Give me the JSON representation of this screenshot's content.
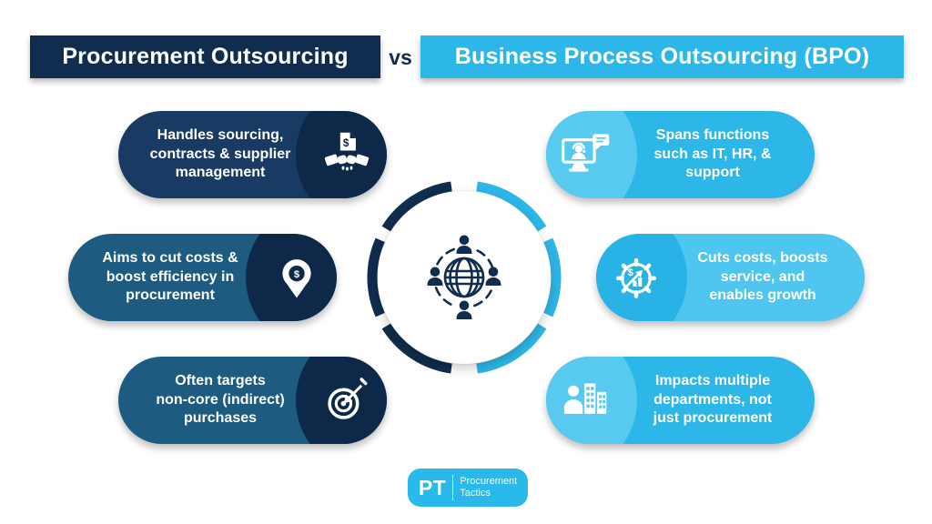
{
  "title": {
    "left": "Procurement Outsourcing",
    "vs": "vs",
    "right": "Business Process Outsourcing (BPO)"
  },
  "left_column": {
    "items": [
      {
        "icon": "handshake-deal-icon",
        "text": "Handles sourcing,\ncontracts & supplier\nmanagement"
      },
      {
        "icon": "cost-reduction-icon",
        "text": "Aims to cut costs &\nboost efficiency in\nprocurement"
      },
      {
        "icon": "target-icon",
        "text": "Often targets\nnon-core (indirect)\npurchases"
      }
    ]
  },
  "right_column": {
    "items": [
      {
        "icon": "it-support-icon",
        "text": "Spans functions\nsuch as IT, HR, &\nsupport"
      },
      {
        "icon": "gear-growth-icon",
        "text": "Cuts costs, boosts\nservice, and\nenables growth"
      },
      {
        "icon": "departments-icon",
        "text": "Impacts multiple\ndepartments, not\njust procurement"
      }
    ]
  },
  "center": {
    "icon": "global-network-icon"
  },
  "logo": {
    "abbr": "PT",
    "line1": "Procurement",
    "line2": "Tactics"
  },
  "colors": {
    "navy_title": "#102c4e",
    "navy_body": "#193a62",
    "navy_darkest": "#0d2848",
    "steel_blue": "#1d5c80",
    "sky_blue": "#2db6e8",
    "sky_blue_light": "#58caf0",
    "sky_blue_deep": "#29b2e5",
    "sky_blue_body": "#4ec6ef",
    "logo_blue": "#29b9ea"
  }
}
